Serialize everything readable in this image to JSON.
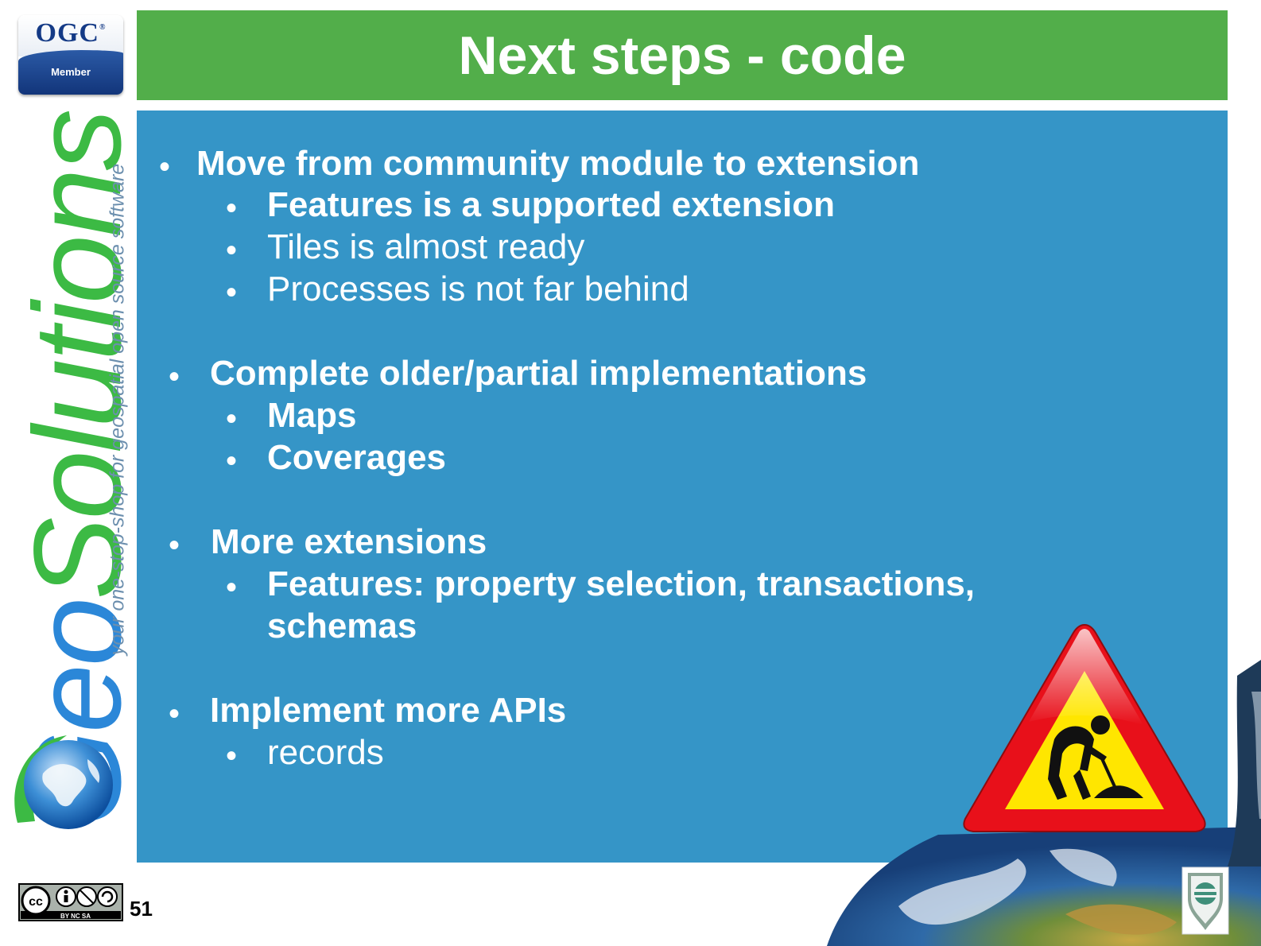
{
  "slide": {
    "title": "Next steps - code",
    "page_number": "51"
  },
  "ogc_badge": {
    "name": "OGC",
    "trademark": "®",
    "member": "Member"
  },
  "brand": {
    "name_geo": "Geo",
    "name_solutions": "Solutions",
    "tagline": "your one-stop-shop for geospatial open source software"
  },
  "sections": [
    {
      "heading": "Move from community module to extension",
      "items": [
        {
          "text": "Features is a supported extension",
          "bold": true
        },
        {
          "text": "Tiles is almost ready",
          "bold": false
        },
        {
          "text": "Processes is not far behind",
          "bold": false
        }
      ]
    },
    {
      "heading": "Complete older/partial implementations",
      "items": [
        {
          "text": "Maps",
          "bold": true
        },
        {
          "text": "Coverages",
          "bold": true
        }
      ]
    },
    {
      "heading": "More extensions",
      "items": [
        {
          "text": "Features: property selection, transactions,",
          "continuation": "schemas",
          "bold": true
        }
      ]
    },
    {
      "heading": "Implement more APIs",
      "items": [
        {
          "text": "records",
          "bold": false
        }
      ]
    }
  ],
  "bullet_glyph": "•",
  "cc_license": {
    "cc": "cc",
    "terms": "BY  NC  SA"
  },
  "colors": {
    "title_band": "#52ae4a",
    "content_panel": "#3595c7",
    "brand_blue": "#2b87d8",
    "brand_green": "#3cba44",
    "warning_red": "#e8101a",
    "warning_yellow": "#ffe600"
  },
  "icons": {
    "warning_sign": "road-works-warning-icon",
    "globe": "globe-icon",
    "license": "creative-commons-icon",
    "corner_logo": "map-pin-shield-icon"
  }
}
